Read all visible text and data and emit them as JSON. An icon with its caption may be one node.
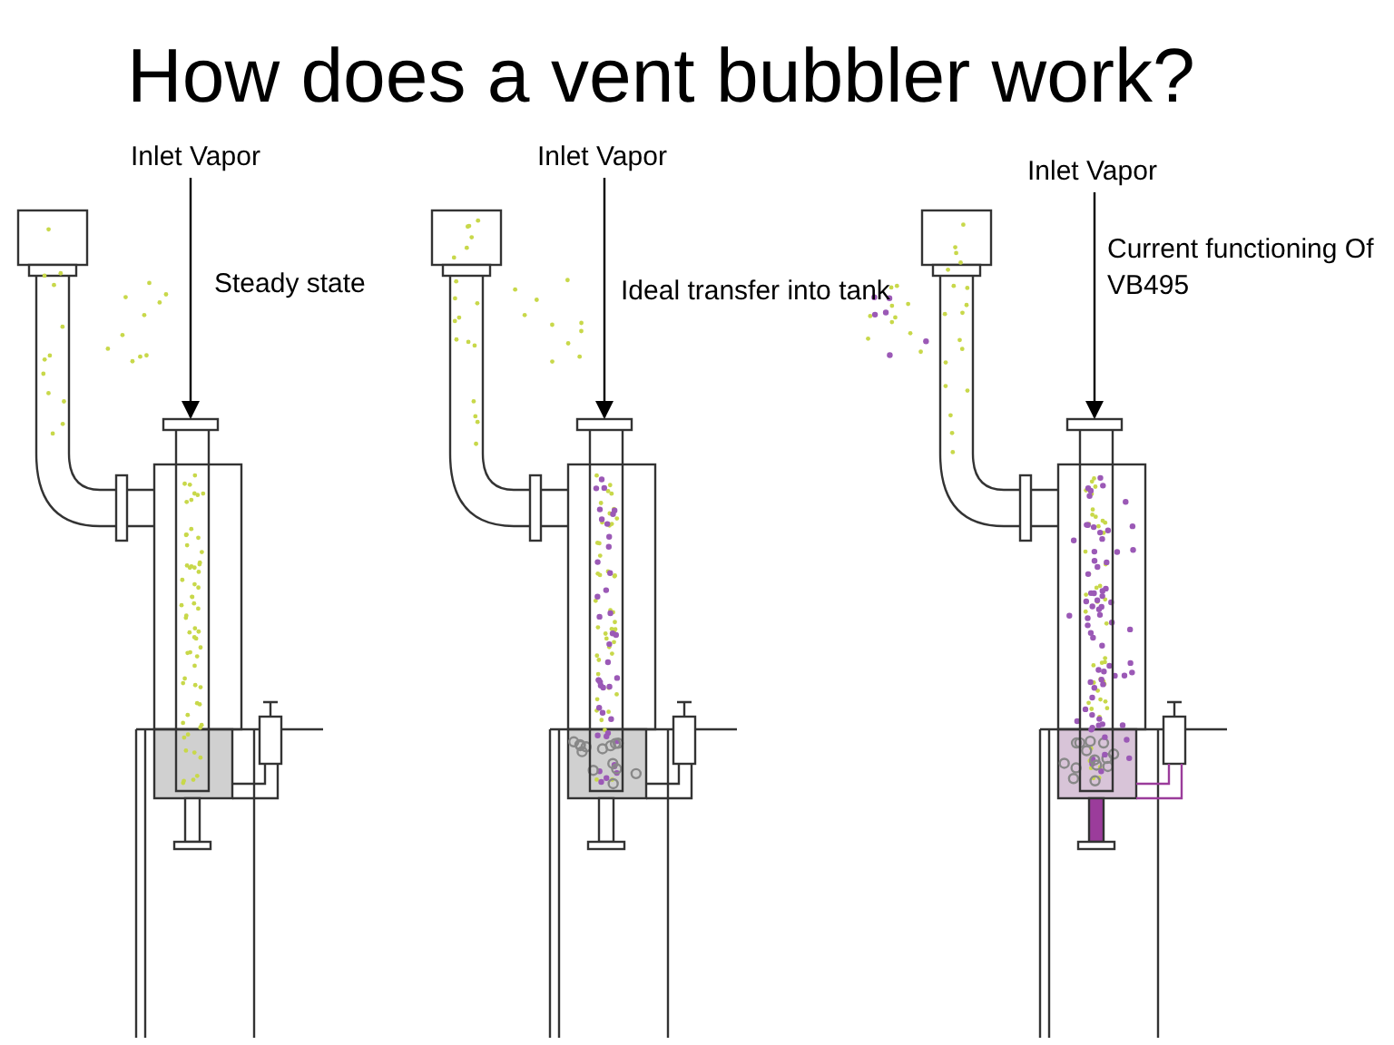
{
  "diagram": {
    "title": "How does a vent bubbler work?",
    "nodes": [
      {
        "text": [
          "Inlet Vapor"
        ]
      },
      {
        "text": [
          "Inlet Vapor"
        ]
      },
      {
        "text": [
          "Inlet Vapor"
        ]
      },
      {
        "text": [],
        "shape": "picture"
      },
      {
        "text": [],
        "shape": "picture"
      },
      {
        "text": [],
        "shape": "picture"
      }
    ],
    "edges": [
      {
        "from": 0,
        "to": 3,
        "arrow": "to"
      },
      {
        "from": 1,
        "to": 4,
        "arrow": "to"
      },
      {
        "from": 2,
        "to": 5,
        "arrow": "to"
      }
    ],
    "labels": [
      "Steady state",
      "Ideal transfer into tank",
      "Current functioning Of VB495"
    ]
  }
}
